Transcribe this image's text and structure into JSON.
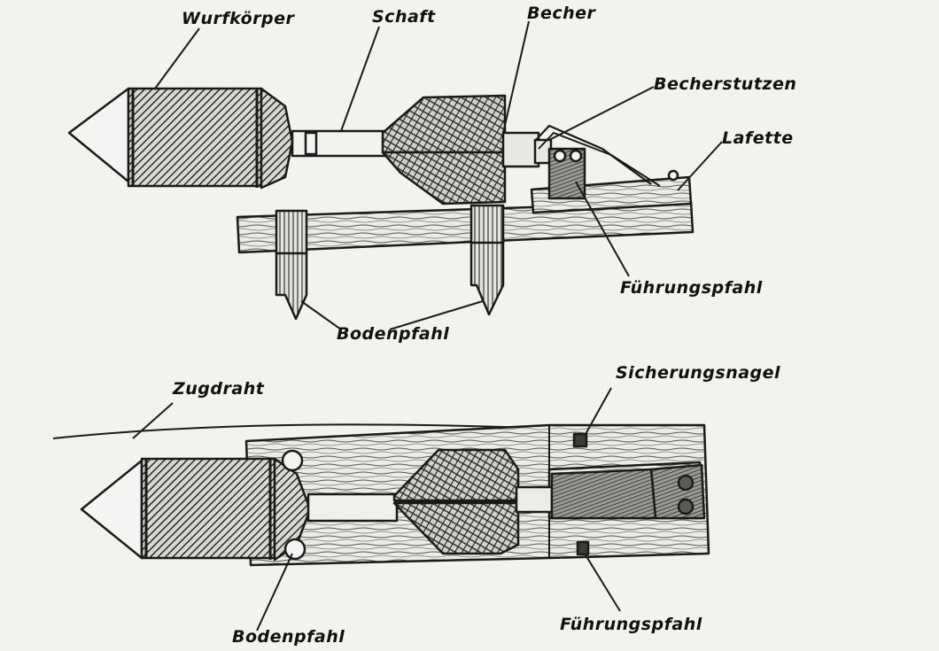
{
  "diagram": {
    "top_view_labels": {
      "wurfkoerper": "Wurfkörper",
      "schaft": "Schaft",
      "becher": "Becher",
      "becherstutzen": "Becherstutzen",
      "lafette": "Lafette",
      "fuehrungspfahl": "Führungspfahl",
      "bodenpfahl": "Bodenpfahl"
    },
    "bottom_view_labels": {
      "zugdraht": "Zugdraht",
      "sicherungsnagel": "Sicherungsnagel",
      "fuehrungspfahl": "Führungspfahl",
      "bodenpfahl": "Bodenpfahl"
    },
    "colors": {
      "ink": "#1a1a1a",
      "paper": "#f4f4f2",
      "wood": "#ecebe6"
    }
  }
}
